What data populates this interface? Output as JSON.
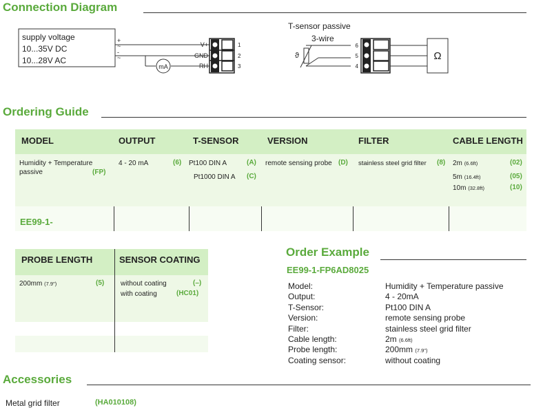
{
  "connection": {
    "title": "Connection Diagram",
    "supply_lines": [
      "supply voltage",
      "10...35V DC",
      "10...28V AC"
    ],
    "plus": "+",
    "minus": "-",
    "tilde": "~",
    "terminals_left": [
      "V+",
      "GND",
      "RH"
    ],
    "terminal_numbers_left": [
      "1",
      "2",
      "3"
    ],
    "meter_label": "mA",
    "tsensor_title": "T-sensor passive",
    "tsensor_wire": "3-wire",
    "theta": "ϑ",
    "terminal_numbers_right": [
      "6",
      "5",
      "4"
    ],
    "ohm": "Ω"
  },
  "ordering": {
    "title": "Ordering Guide",
    "headers": {
      "model": "MODEL",
      "output": "OUTPUT",
      "tsensor": "T-SENSOR",
      "version": "VERSION",
      "filter": "FILTER",
      "cable": "CABLE LENGTH"
    },
    "model": {
      "line1": "Humidity + Temperature",
      "line2": "passive",
      "code": "(FP)"
    },
    "output": {
      "text": "4 - 20 mA",
      "code": "(6)"
    },
    "tsensor": [
      {
        "text": "Pt100 DIN A",
        "code": "(A)"
      },
      {
        "text": "Pt1000 DIN A",
        "code": "(C)"
      }
    ],
    "version": {
      "text": "remote sensing probe",
      "code": "(D)"
    },
    "filter": {
      "text": "stainless steel grid filter",
      "code": "(8)"
    },
    "cable": [
      {
        "text": "2m",
        "small": "(6.6ft)",
        "code": "(02)"
      },
      {
        "text": "5m",
        "small": "(16.4ft)",
        "code": "(05)"
      },
      {
        "text": "10m",
        "small": "(32.8ft)",
        "code": "(10)"
      }
    ],
    "prefix": "EE99-1-"
  },
  "probe": {
    "headers": {
      "length": "PROBE LENGTH",
      "coating": "SENSOR COATING"
    },
    "length": {
      "text": "200mm",
      "small": "(7.9\")",
      "code": "(5)"
    },
    "coating": [
      {
        "text": "without coating",
        "code": "(–)"
      },
      {
        "text": "with coating",
        "code": "(HC01)"
      }
    ]
  },
  "example": {
    "title": "Order Example",
    "code": "EE99-1-FP6AD8025",
    "rows": [
      {
        "label": "Model:",
        "value": "Humidity + Temperature passive",
        "small": ""
      },
      {
        "label": "Output:",
        "value": "4 - 20mA",
        "small": ""
      },
      {
        "label": "T-Sensor:",
        "value": "Pt100 DIN A",
        "small": ""
      },
      {
        "label": "Version:",
        "value": "remote sensing probe",
        "small": ""
      },
      {
        "label": "Filter:",
        "value": "stainless steel grid filter",
        "small": ""
      },
      {
        "label": "Cable length:",
        "value": "2m",
        "small": "(6.6ft)"
      },
      {
        "label": "Probe length:",
        "value": "200mm",
        "small": "(7.9\")"
      },
      {
        "label": "Coating sensor:",
        "value": "without coating",
        "small": ""
      }
    ]
  },
  "accessories": {
    "title": "Accessories",
    "item": "Metal grid filter",
    "code": "(HA010108)"
  },
  "colors": {
    "accent": "#5aaa3c",
    "band": "#d3efc4",
    "band_light": "#eef8e6"
  }
}
